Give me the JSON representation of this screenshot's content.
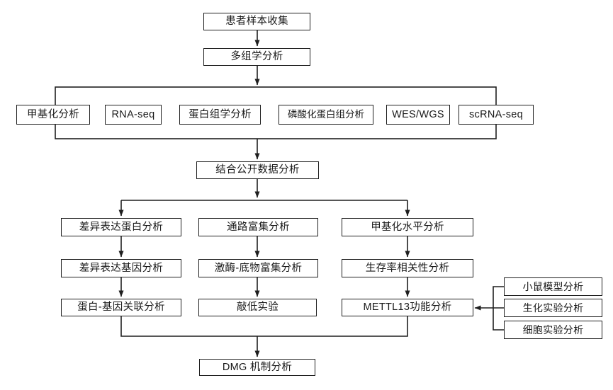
{
  "diagram": {
    "type": "flowchart",
    "colors": {
      "background": "#ffffff",
      "line": "#1f1f1f",
      "box_border": "#1f1f1f",
      "box_fill": "#ffffff",
      "text": "#1a1a1a"
    },
    "nodes": {
      "patient_sample": {
        "label": "患者样本收集"
      },
      "multi_omics": {
        "label": "多组学分析"
      },
      "methylation_analysis": {
        "label": "甲基化分析"
      },
      "rna_seq": {
        "label": "RNA-seq"
      },
      "proteomics": {
        "label": "蛋白组学分析"
      },
      "phosphoproteomics": {
        "label": "磷酸化蛋白组分析"
      },
      "wes_wgs": {
        "label": "WES/WGS"
      },
      "scrna_seq": {
        "label": "scRNA-seq"
      },
      "public_data": {
        "label": "结合公开数据分析"
      },
      "diff_protein": {
        "label": "差异表达蛋白分析"
      },
      "pathway_enrichment": {
        "label": "通路富集分析"
      },
      "methylation_level": {
        "label": "甲基化水平分析"
      },
      "diff_gene": {
        "label": "差异表达基因分析"
      },
      "kinase_substrate": {
        "label": "激酶-底物富集分析"
      },
      "survival_correlation": {
        "label": "生存率相关性分析"
      },
      "protein_gene": {
        "label": "蛋白-基因关联分析"
      },
      "knockdown": {
        "label": "敲低实验"
      },
      "mettl13": {
        "label": "METTL13功能分析"
      },
      "mouse_model": {
        "label": "小鼠模型分析"
      },
      "biochem_exp": {
        "label": "生化实验分析"
      },
      "cell_exp": {
        "label": "细胞实验分析"
      },
      "dmg": {
        "label": "DMG 机制分析"
      }
    },
    "groups": [
      {
        "id": "omics_methods_frame",
        "members": [
          "methylation_analysis",
          "rna_seq",
          "proteomics",
          "phosphoproteomics",
          "wes_wgs",
          "scrna_seq"
        ]
      }
    ],
    "edges": [
      {
        "from": "patient_sample",
        "to": "multi_omics"
      },
      {
        "from": "multi_omics",
        "to": "omics_methods_frame"
      },
      {
        "from": "omics_methods_frame",
        "to": "public_data"
      },
      {
        "from": "public_data",
        "to": "diff_protein"
      },
      {
        "from": "public_data",
        "to": "pathway_enrichment"
      },
      {
        "from": "public_data",
        "to": "methylation_level"
      },
      {
        "from": "diff_protein",
        "to": "diff_gene"
      },
      {
        "from": "diff_gene",
        "to": "protein_gene"
      },
      {
        "from": "pathway_enrichment",
        "to": "kinase_substrate"
      },
      {
        "from": "kinase_substrate",
        "to": "knockdown"
      },
      {
        "from": "methylation_level",
        "to": "survival_correlation"
      },
      {
        "from": "survival_correlation",
        "to": "mettl13"
      },
      {
        "from": "mouse_model",
        "to": "mettl13"
      },
      {
        "from": "biochem_exp",
        "to": "mettl13"
      },
      {
        "from": "cell_exp",
        "to": "mettl13"
      },
      {
        "from": "protein_gene",
        "to": "dmg"
      },
      {
        "from": "mettl13",
        "to": "dmg"
      }
    ]
  }
}
